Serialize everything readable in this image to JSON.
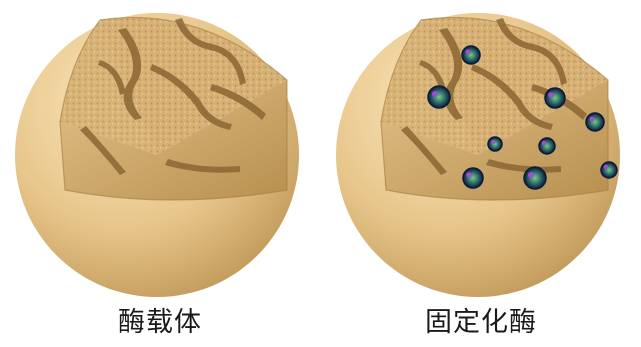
{
  "panels": [
    {
      "label": "酶载体",
      "has_enzymes": false
    },
    {
      "label": "固定化酶",
      "has_enzymes": true
    }
  ],
  "colors": {
    "sphere_light": "#f6dca2",
    "sphere_mid": "#ddb877",
    "sphere_dark": "#b38a48",
    "cavity": "#c6a064",
    "cavity_shadow": "#8a6634",
    "enzyme_shell": "#0a1a3a",
    "enzyme_green": "#6fd27a",
    "enzyme_purple": "#a04fd0"
  },
  "icons": [
    "porous-carrier-sphere",
    "immobilized-enzyme-sphere",
    "enzyme-particle-icon"
  ]
}
